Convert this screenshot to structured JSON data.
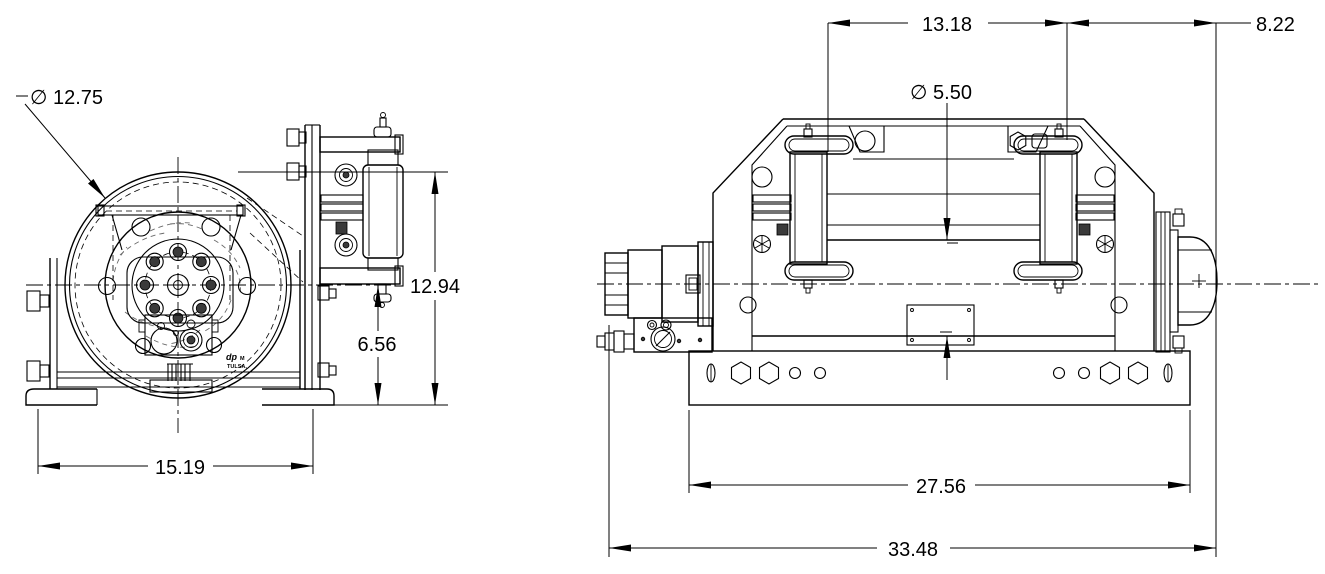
{
  "drawing_title": "hydraulic winch 2-view dimensioned drawing",
  "colors": {
    "line": "#000000",
    "background": "#ffffff"
  },
  "side_view": {
    "dims": {
      "drum_flange_dia": "∅ 12.75",
      "overall_height": "12.94",
      "center_to_base": "6.56",
      "mount_width": "15.19"
    },
    "logo": {
      "brand": "dp",
      "suffix": "M",
      "city": "TULSA,"
    }
  },
  "front_view": {
    "dims": {
      "flange_spacing": "13.18",
      "motor_overhang": "8.22",
      "drum_barrel_dia": "∅ 5.50",
      "base_length": "27.56",
      "overall_length": "33.48"
    }
  }
}
